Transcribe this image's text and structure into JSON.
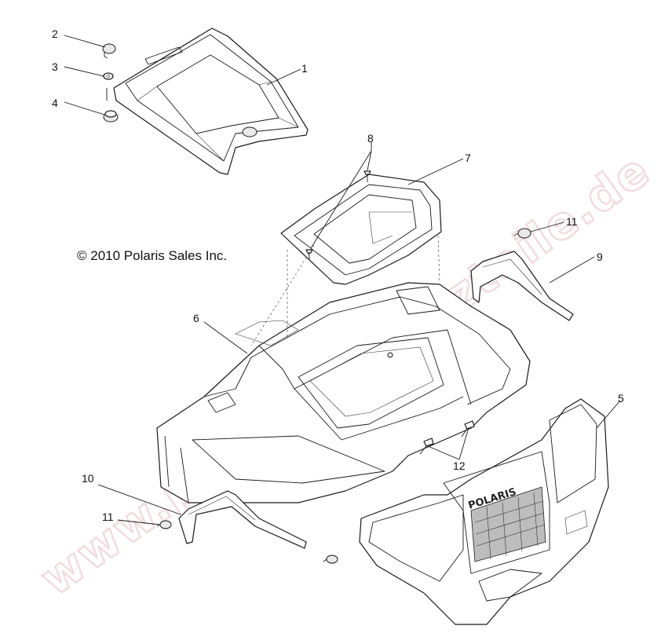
{
  "copyright": "© 2010 Polaris Sales Inc.",
  "watermark": "www.polaris-ersatzteile.de",
  "brand_mark": "POLARIS",
  "callouts": [
    {
      "id": "c2",
      "label": "2"
    },
    {
      "id": "c3",
      "label": "3"
    },
    {
      "id": "c4",
      "label": "4"
    },
    {
      "id": "c1",
      "label": "1"
    },
    {
      "id": "c8",
      "label": "8"
    },
    {
      "id": "c7",
      "label": "7"
    },
    {
      "id": "c11a",
      "label": "11"
    },
    {
      "id": "c9",
      "label": "9"
    },
    {
      "id": "c6",
      "label": "6"
    },
    {
      "id": "c5",
      "label": "5"
    },
    {
      "id": "c12",
      "label": "12"
    },
    {
      "id": "c10",
      "label": "10"
    },
    {
      "id": "c11b",
      "label": "11"
    }
  ],
  "colors": {
    "line": "#1a1a1a",
    "watermark": "#f2dcdc",
    "background": "#ffffff"
  }
}
